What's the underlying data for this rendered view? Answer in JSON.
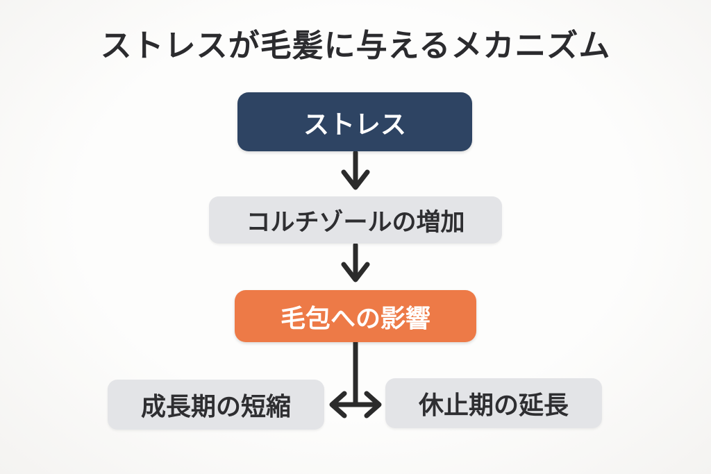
{
  "title": "ストレスが毛髪に与えるメカニズム",
  "colors": {
    "background": "#fbfbfa",
    "title_text": "#2b2b2e",
    "arrow": "#2b2b2b",
    "primary_box": "#2e4463",
    "accent_box": "#ed7a47",
    "neutral_box": "#e3e4e7",
    "neutral_text": "#2e2e31",
    "inverse_text": "#ffffff"
  },
  "flowchart": {
    "nodes": [
      {
        "id": "stress",
        "label": "ストレス",
        "type": "primary",
        "bg": "#2e4463",
        "text_color": "#ffffff"
      },
      {
        "id": "cortisol",
        "label": "コルチゾールの増加",
        "type": "neutral",
        "bg": "#e3e4e7",
        "text_color": "#2e2e31"
      },
      {
        "id": "follicle",
        "label": "毛包への影響",
        "type": "accent",
        "bg": "#ed7a47",
        "text_color": "#ffffff"
      },
      {
        "id": "anagen",
        "label": "成長期の短縮",
        "type": "neutral",
        "bg": "#e3e4e7",
        "text_color": "#2e2e31"
      },
      {
        "id": "telogen",
        "label": "休止期の延長",
        "type": "neutral",
        "bg": "#e3e4e7",
        "text_color": "#2e2e31"
      }
    ],
    "edges": [
      {
        "from": "stress",
        "to": "cortisol",
        "type": "arrow-down"
      },
      {
        "from": "cortisol",
        "to": "follicle",
        "type": "arrow-down"
      },
      {
        "from": "follicle",
        "to": "anagen",
        "type": "branch-double-arrow"
      },
      {
        "from": "follicle",
        "to": "telogen",
        "type": "branch-double-arrow"
      },
      {
        "between": [
          "anagen",
          "telogen"
        ],
        "type": "double-headed-horizontal"
      }
    ]
  }
}
